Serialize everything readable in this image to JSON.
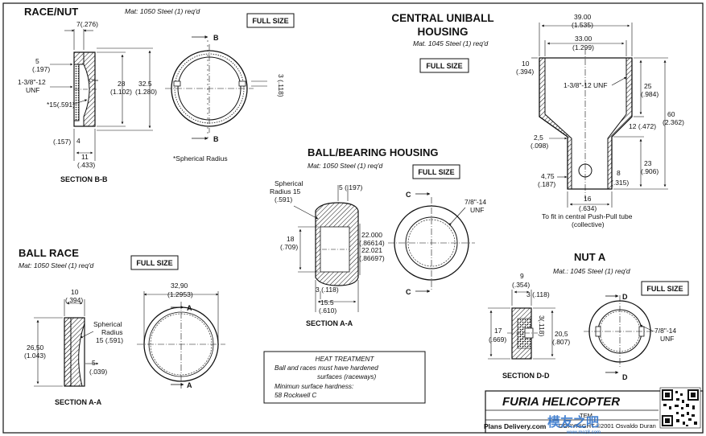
{
  "race_nut": {
    "title": "RACE/NUT",
    "material": "Mat: 1050 Steel (1) req'd",
    "full_size": "FULL SIZE",
    "section_label": "SECTION B-B",
    "note": "*Spherical Radius",
    "section_mark": "B",
    "dims": {
      "top_width": "7(.276)",
      "d5": "5",
      "d5_in": "(.197)",
      "thread": "1-3/8\"-12",
      "thread_unf": "UNF",
      "sph": "*15(.591)",
      "d28": "28",
      "d28_in": "(1.102)",
      "d325": "32.5",
      "d325_in": "(1.280)",
      "d157": "(.157)",
      "d4": "4",
      "d11": "11",
      "d11_in": "(.433)",
      "d3": "3 (.118)"
    }
  },
  "ball_race": {
    "title": "BALL RACE",
    "material": "Mat: 1050 Steel (1) req'd",
    "full_size": "FULL SIZE",
    "section_label": "SECTION A-A",
    "section_mark": "A",
    "dims": {
      "d10": "10",
      "d10_in": "(.394)",
      "sph": "Spherical",
      "sph2": "Radius",
      "sph3": "15 (.591)",
      "d2650": "26,50",
      "d2650_in": "(1.043)",
      "d5": "5",
      "d5_in": "(.039)",
      "d3290": "32,90",
      "d3290_in": "(1.2953)"
    }
  },
  "ball_bearing_housing": {
    "title": "BALL/BEARING HOUSING",
    "material": "Mat: 1050 Steel (1) req'd",
    "full_size": "FULL SIZE",
    "section_label": "SECTION A-A",
    "section_mark": "C",
    "dims": {
      "sph": "Spherical",
      "sph2": "Radius 15",
      "sph3": "(.591)",
      "d5": "5 (.197)",
      "d18": "18",
      "d18_in": "(.709)",
      "d22000": "22.000",
      "d22000_in": "(.86614)",
      "d22021": "22.021",
      "d22021_in": "(.86697)",
      "d3": "3 (.118)",
      "d155": "15.5",
      "d155_in": "(.610)",
      "thread": "7/8\"-14",
      "thread_unf": "UNF"
    }
  },
  "central_uniball": {
    "title": "CENTRAL UNIBALL",
    "title2": "HOUSING",
    "material": "Mat. 1045 Steel (1) req'd",
    "full_size": "FULL SIZE",
    "note": "To fit in central Push-Pull tube",
    "note2": "(collective)",
    "dims": {
      "d3900": "39.00",
      "d3900_in": "(1.535)",
      "d3300": "33.00",
      "d3300_in": "(1.299)",
      "d10": "10",
      "d10_in": "(.394)",
      "thread": "1-3/8\"-12 UNF",
      "d25": "25",
      "d25_in": "(.984)",
      "d60": "60",
      "d60_in": "(2.362)",
      "d12": "12 (.472)",
      "d25b": "2,5",
      "d25b_in": "(.098)",
      "d23": "23",
      "d23_in": "(.906)",
      "d475": "4,75",
      "d475_in": "(.187)",
      "d8": "8",
      "d8_in": "(.315)",
      "d16": "16",
      "d16_in": "(.634)"
    }
  },
  "nut_a": {
    "title": "NUT A",
    "material": "Mat.: 1045 Steel (1) req'd",
    "full_size": "FULL SIZE",
    "section_label": "SECTION D-D",
    "section_mark": "D",
    "dims": {
      "d9": "9",
      "d9_in": "(.354)",
      "d3": "3 (.118)",
      "d17": "17",
      "d17_in": "(.669)",
      "d3v": "3(.118)",
      "d205": "20,5",
      "d205_in": "(.807)",
      "thread": "7/8\"-14",
      "thread_unf": "UNF"
    }
  },
  "heat_treatment": {
    "title": "HEAT TREATMENT",
    "line1": "Ball and races must have hardened",
    "line2": "surfaces (raceways)",
    "line3": "Minimun surface hardness:",
    "line4": "58 Rockwell C"
  },
  "title_block": {
    "brand": "FURIA HELICOPTER",
    "item": "TEM",
    "plans": "Plans Delivery.com",
    "copyright": "COPYRIGHT ©2001 Osvaldo Duran",
    "watermark": "模友之吧",
    "watermark_url": "www.moz8.com"
  },
  "colors": {
    "ink": "#111111",
    "paper": "#ffffff",
    "watermark": "#2a6fc9"
  }
}
